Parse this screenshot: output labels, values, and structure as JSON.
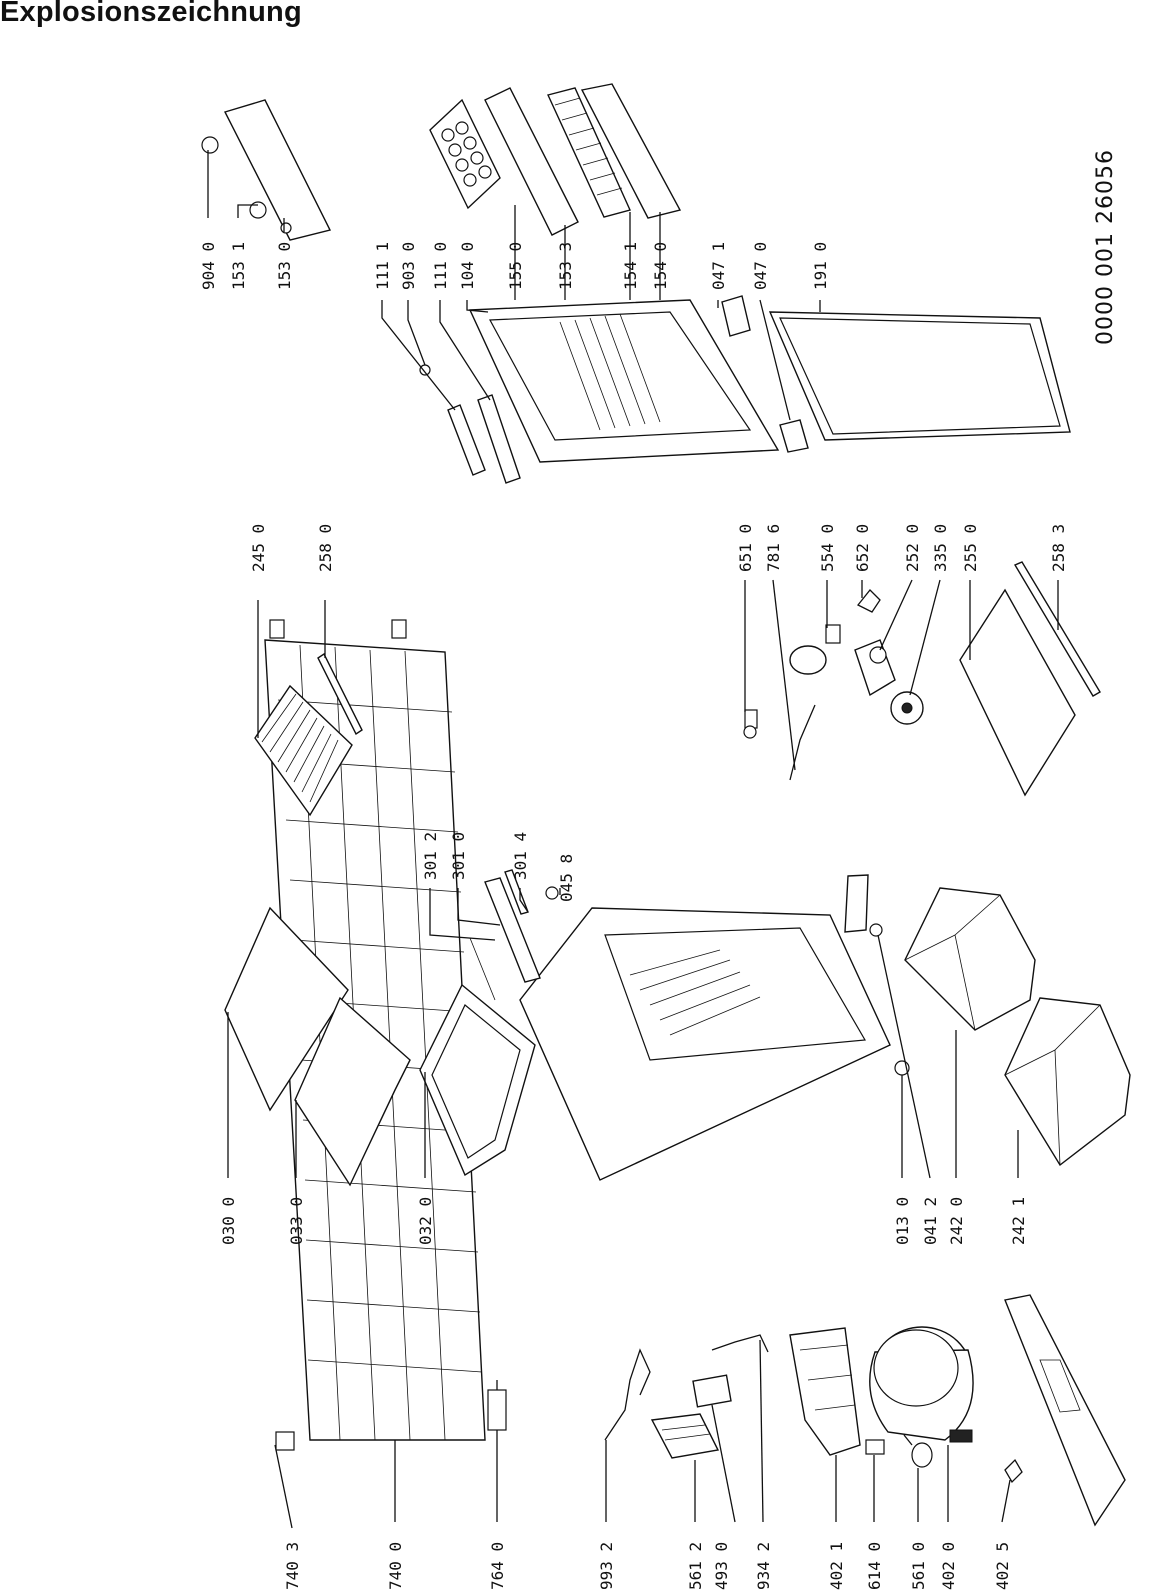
{
  "title": "Explosionszeichnung",
  "document_number": "0000 001 26056",
  "part_labels": [
    "740 3",
    "740 0",
    "764 0",
    "993 2",
    "561 2",
    "493 0",
    "934 2",
    "402 1",
    "614 0",
    "561 0",
    "402 0",
    "402 5",
    "030 0",
    "033 0",
    "032 0",
    "013 0",
    "041 2",
    "242 0",
    "242 1",
    "301 2",
    "301 0",
    "301 4",
    "045 8",
    "245 0",
    "258 0",
    "651 0",
    "781 6",
    "554 0",
    "652 0",
    "252 0",
    "335 0",
    "255 0",
    "258 3",
    "904 0",
    "153 1",
    "153 0",
    "111 1",
    "903 0",
    "111 0",
    "104 0",
    "155 0",
    "153 3",
    "154 1",
    "154 0",
    "047 1",
    "047 0",
    "191 0"
  ]
}
